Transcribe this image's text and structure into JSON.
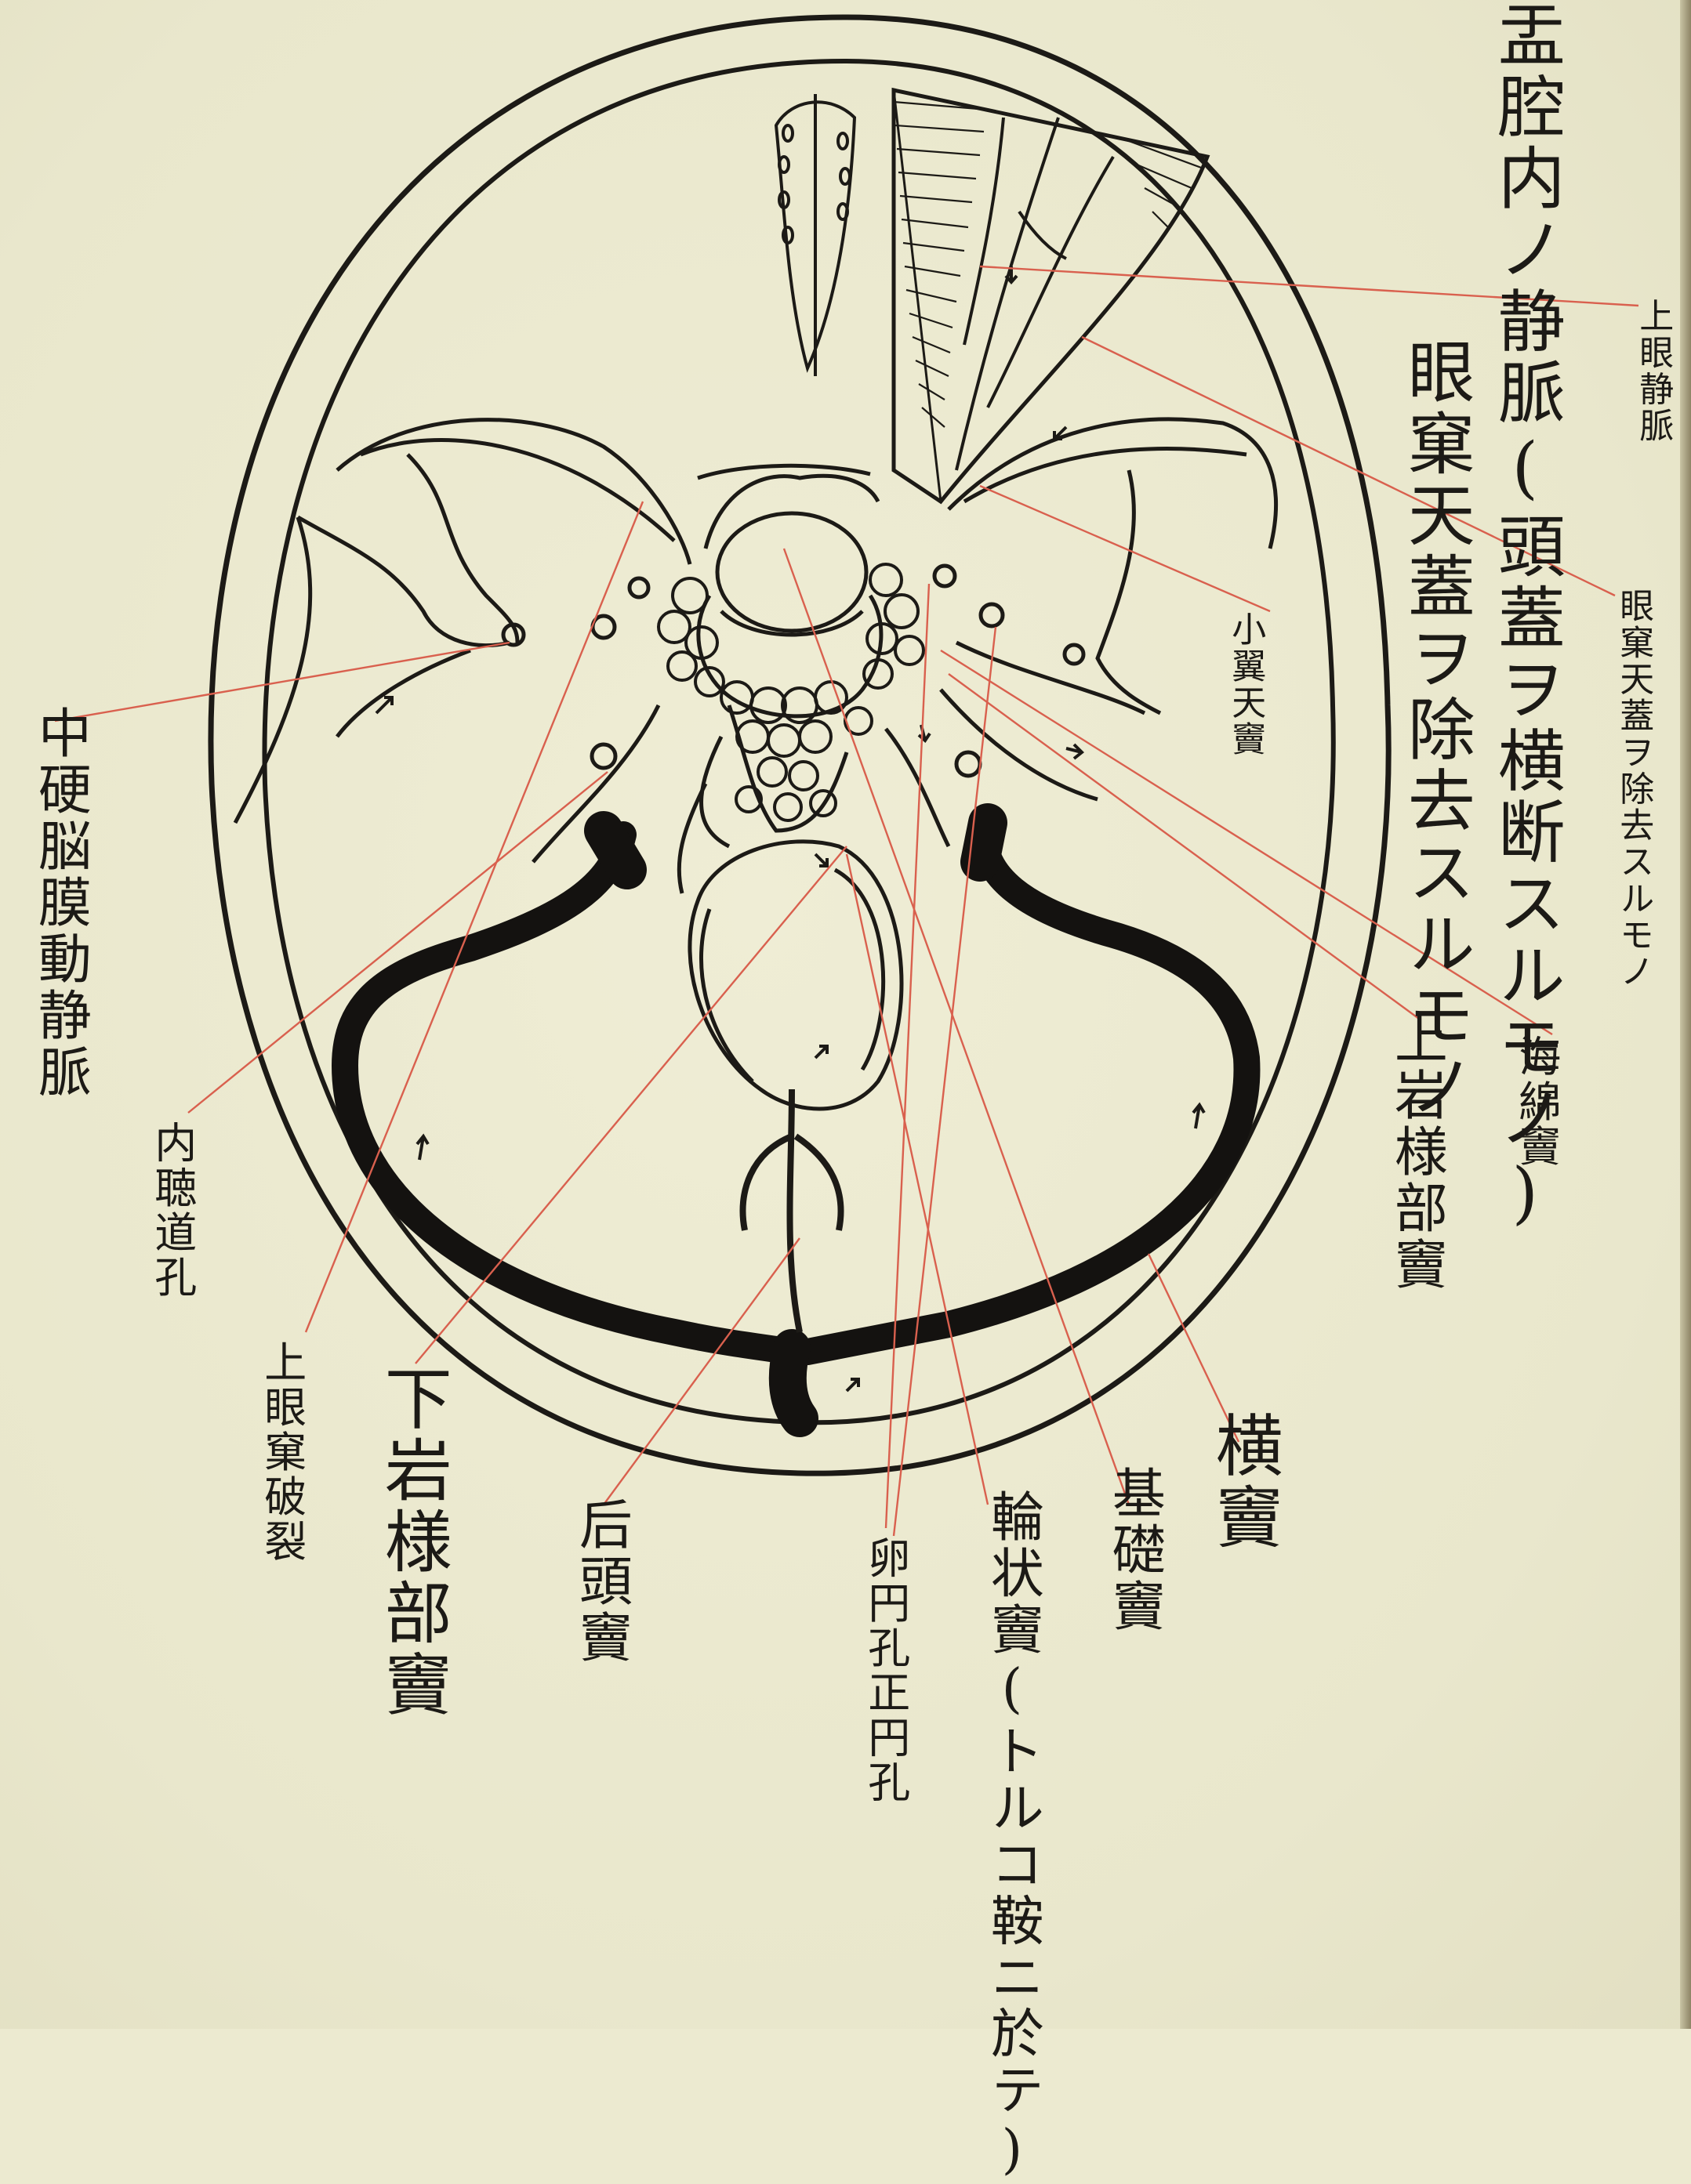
{
  "title": "盂腔内ノ静脈(頭蓋ヲ横断スルモノ)",
  "subtitle": "眼窠天蓋ヲ除去スルモノ",
  "labels": {
    "sup_ophthalmic_vein": "上眼静脈",
    "orbital_roof_removed": "眼窠天蓋ヲ除去スルモノ",
    "sphenoparietal_sinus": "小翼天竇",
    "cavernous_sinus": "海綿竇",
    "sup_petrosal_sinus": "上岩様部竇",
    "transverse_sinus": "横竇",
    "basilar_sinus": "基礎竇",
    "circular_sinus": "輪状竇(トルコ鞍ニ於テ)",
    "foramen_ovale_spinosum": "卵円孔正円孔",
    "occipital_sinus": "后頭竇",
    "inf_petrosal_sinus": "下岩様部竇",
    "sup_orbital_fissure": "上眼窠破裂",
    "int_auditory_meatus": "内聴道孔",
    "middle_meningeal_vein": "中硬脳膜動静脈"
  },
  "colors": {
    "paper": "#ecead0",
    "ink": "#1c1a16",
    "leader_lines": "#d9604e"
  }
}
